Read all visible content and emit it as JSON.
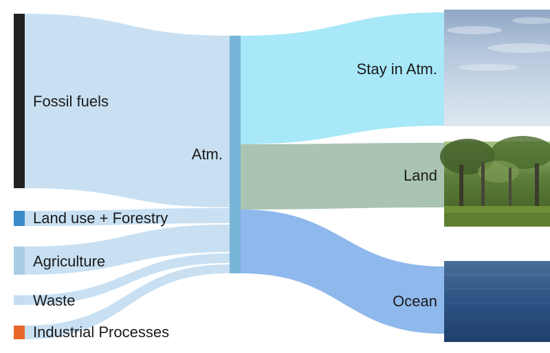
{
  "diagram": {
    "type": "sankey",
    "sources": [
      {
        "id": "fossil",
        "label": "Fossil fuels",
        "color": "#222222"
      },
      {
        "id": "landuse",
        "label": "Land use + Forestry",
        "color": "#3b8bc8"
      },
      {
        "id": "agri",
        "label": "Agriculture",
        "color": "#a8cde6"
      },
      {
        "id": "waste",
        "label": "Waste",
        "color": "#c5ddf0"
      },
      {
        "id": "industrial",
        "label": "Industrial Processes",
        "color": "#e8672a"
      }
    ],
    "hub": {
      "id": "atm",
      "label": "Atm.",
      "color": "#78b4d8"
    },
    "sinks": [
      {
        "id": "stay",
        "label": "Stay in Atm.",
        "color": "#a8e8f8",
        "image": "sky"
      },
      {
        "id": "land",
        "label": "Land",
        "color": "#a9c4b0",
        "image": "forest"
      },
      {
        "id": "ocean",
        "label": "Ocean",
        "color": "#8fb8ec",
        "image": "sea"
      }
    ],
    "source_flow_color": "#c8e0f2"
  }
}
